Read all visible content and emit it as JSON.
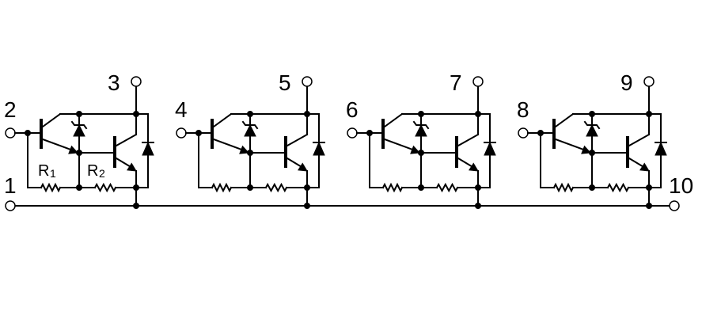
{
  "diagram": {
    "common_pins": {
      "left": "1",
      "right": "10"
    },
    "stages": [
      {
        "input_pin": "2",
        "output_pin": "3",
        "r1": "R",
        "r1_sub": "1",
        "r2": "R",
        "r2_sub": "2"
      },
      {
        "input_pin": "4",
        "output_pin": "5"
      },
      {
        "input_pin": "6",
        "output_pin": "7"
      },
      {
        "input_pin": "8",
        "output_pin": "9"
      }
    ]
  }
}
